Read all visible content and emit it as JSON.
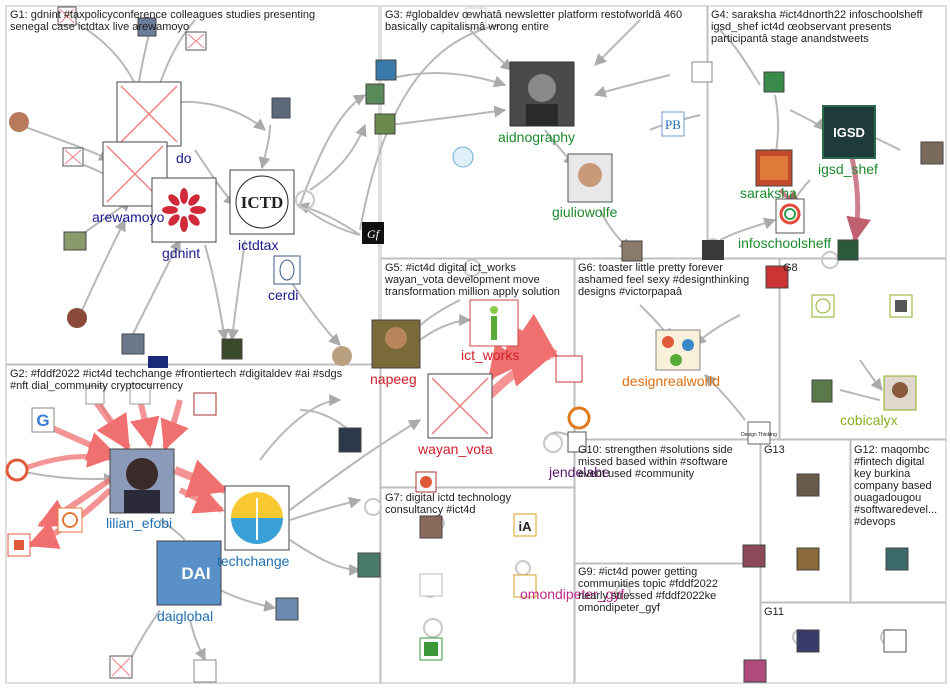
{
  "groups": [
    {
      "id": "G1",
      "text": "G1: gdnint #taxpolicyconference colleagues studies presenting\nsenegal case ictdtax live arewamoyo"
    },
    {
      "id": "G2",
      "text": "G2: #fddf2022 #ict4d techchange #frontiertech #digitaldev #ai #sdgs\n#nft dial_community cryptocurrency"
    },
    {
      "id": "G3",
      "text": "G3: #globaldev œwhatâ newsletter platform restofworldâ 460\nbasically capitalismâ wrong entire"
    },
    {
      "id": "G4",
      "text": "G4: saraksha #ict4dnorth22 infoschoolsheff\nigsd_shef ict4d œobservant presents\nparticipantâ stage anandstweets"
    },
    {
      "id": "G5",
      "text": "G5: #ict4d digital ict_works\nwayan_vota development move\ntransformation million apply solution"
    },
    {
      "id": "G6",
      "text": "G6: toaster little pretty forever\nashamed feel sexy #designthinking\ndesigns #victorpapaâ"
    },
    {
      "id": "G7",
      "text": "G7: digital ictd technology\nconsultancy #ict4d"
    },
    {
      "id": "G8",
      "text": "G8"
    },
    {
      "id": "G9",
      "text": "G9: #ict4d power getting\ncommunities topic #fddf2022\nnearly stressed #fddf2022ke\nomondipeter_gyf"
    },
    {
      "id": "G10",
      "text": "G10: strengthen #solutions side\nmissed based within #software\nevent used #community"
    },
    {
      "id": "G11",
      "text": "G11"
    },
    {
      "id": "G12",
      "text": "G12: maqombc\n#fintech digital\nkey burkina\ncompany based\nouagadougou\n#softwaredevel...\n#devops"
    },
    {
      "id": "G13",
      "text": "G13"
    }
  ],
  "hubs": {
    "arewamoyo": "arewamoyo",
    "gdnint": "gdnint",
    "ictdtax": "ictdtax",
    "cerdi": "cerdi",
    "aidnography": "aidnography",
    "giuliowolfe": "giuliowolfe",
    "saraksha": "saraksha",
    "igsd_shef": "igsd_shef",
    "infoschoolsheff": "infoschoolsheff",
    "napeeg": "napeeg",
    "ict_works": "ict_works",
    "wayan_vota": "wayan_vota",
    "designrealworld": "designrealworld",
    "jendelabe": "jendelabe",
    "lilian_efobi": "lilian_efobi",
    "techchange": "techchange",
    "daiglobal": "daiglobal",
    "omondipeter_gyf": "omondipeter_gyf",
    "cobicalyx": "cobicalyx"
  },
  "logos": {
    "ictd_text": "ICTD",
    "igsd_text": "IGSD",
    "dai_text": "DAI",
    "pb_text": "PB",
    "ia_text": "iA",
    "gf_text": "Gf",
    "design_thinking_text": "Design Thinking"
  },
  "colors": {
    "group1_label": "#1a1a8c",
    "green_label": "#1c8a2c",
    "red_label": "#d0202a",
    "orange_label": "#e07010",
    "purple_label": "#8a2a8a",
    "blue_label": "#1f6fb0",
    "olive_label": "#8ab020",
    "edge_gray": "#b8b8b8",
    "edge_red": "#f07070",
    "edge_pink": "#c06070"
  }
}
